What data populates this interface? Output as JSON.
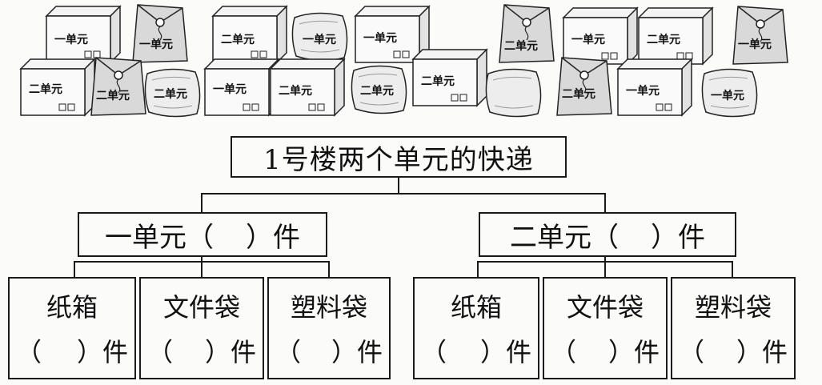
{
  "root": {
    "label": "1号楼两个单元的快递"
  },
  "units": [
    {
      "label": "一单元",
      "open_paren": "（",
      "close_paren": "）",
      "unit": "件",
      "categories": [
        {
          "label": "纸箱",
          "open_paren": "（",
          "close_paren": "）",
          "unit": "件"
        },
        {
          "label": "文件袋",
          "open_paren": "（",
          "close_paren": "）",
          "unit": "件"
        },
        {
          "label": "塑料袋",
          "open_paren": "（",
          "close_paren": "）",
          "unit": "件"
        }
      ]
    },
    {
      "label": "二单元",
      "open_paren": "（",
      "close_paren": "）",
      "unit": "件",
      "categories": [
        {
          "label": "纸箱",
          "open_paren": "（",
          "close_paren": "）",
          "unit": "件"
        },
        {
          "label": "文件袋",
          "open_paren": "（",
          "close_paren": "）",
          "unit": "件"
        },
        {
          "label": "塑料袋",
          "open_paren": "（",
          "close_paren": "）",
          "unit": "件"
        }
      ]
    }
  ],
  "package_labels": {
    "unit1": "一单元",
    "unit2": "二单元"
  }
}
